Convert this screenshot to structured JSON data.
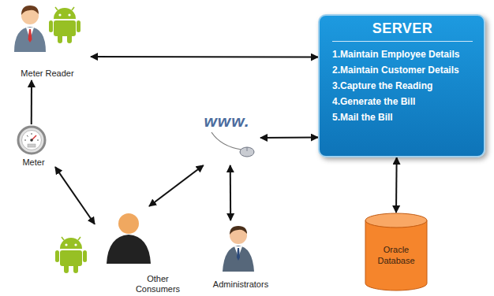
{
  "diagram": {
    "nodes": [
      {
        "text": [
          "Meter Reader"
        ]
      },
      {
        "text": [
          "SERVER",
          "1.Maintain Employee Details",
          "2.Maintain Customer Details",
          "3.Capture the Reading",
          "4.Generate the Bill",
          "5.Mail the Bill"
        ]
      },
      {
        "text": [
          "Meter"
        ]
      },
      {
        "text": [
          "www."
        ]
      },
      {
        "text": [
          "Other Consumers"
        ]
      },
      {
        "text": [
          "Administrators"
        ]
      },
      {
        "text": [
          "Oracle Database"
        ]
      }
    ],
    "edges": [
      {
        "from": 2,
        "to": 0,
        "arrow": "to"
      },
      {
        "from": 0,
        "to": 1,
        "arrow": "both"
      },
      {
        "from": 3,
        "to": 1,
        "arrow": "both"
      },
      {
        "from": 2,
        "to": 4,
        "arrow": "both"
      },
      {
        "from": 4,
        "to": 3,
        "arrow": "both"
      },
      {
        "from": 3,
        "to": 5,
        "arrow": "both"
      },
      {
        "from": 1,
        "to": 6,
        "arrow": "both"
      }
    ]
  }
}
